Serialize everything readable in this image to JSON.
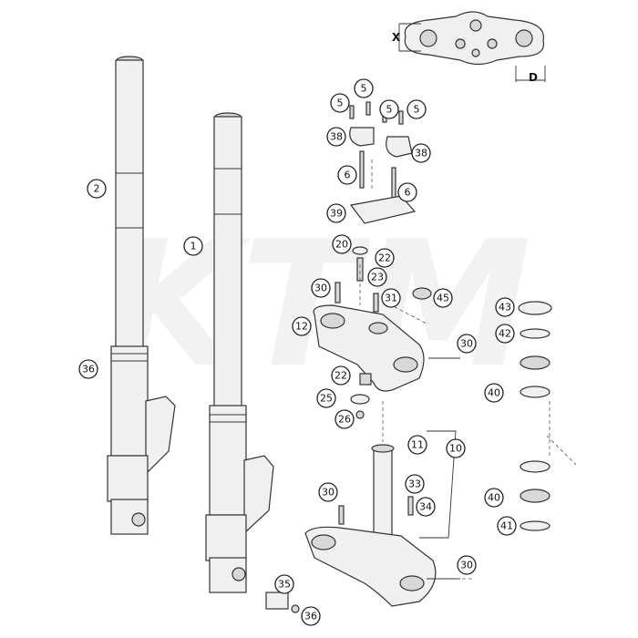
{
  "watermark": "KTM",
  "dimensions": {
    "x_label": "X",
    "d_label": "D"
  },
  "callouts": [
    {
      "id": "c-5a",
      "label": "5"
    },
    {
      "id": "c-5b",
      "label": "5"
    },
    {
      "id": "c-5c",
      "label": "5"
    },
    {
      "id": "c-5d",
      "label": "5"
    },
    {
      "id": "c-38a",
      "label": "38"
    },
    {
      "id": "c-38b",
      "label": "38"
    },
    {
      "id": "c-6a",
      "label": "6"
    },
    {
      "id": "c-6b",
      "label": "6"
    },
    {
      "id": "c-39",
      "label": "39"
    },
    {
      "id": "c-20",
      "label": "20"
    },
    {
      "id": "c-22a",
      "label": "22"
    },
    {
      "id": "c-23",
      "label": "23"
    },
    {
      "id": "c-30a",
      "label": "30"
    },
    {
      "id": "c-31",
      "label": "31"
    },
    {
      "id": "c-45",
      "label": "45"
    },
    {
      "id": "c-12",
      "label": "12"
    },
    {
      "id": "c-30b",
      "label": "30"
    },
    {
      "id": "c-22b",
      "label": "22"
    },
    {
      "id": "c-25",
      "label": "25"
    },
    {
      "id": "c-26",
      "label": "26"
    },
    {
      "id": "c-11",
      "label": "11"
    },
    {
      "id": "c-10",
      "label": "10"
    },
    {
      "id": "c-30c",
      "label": "30"
    },
    {
      "id": "c-33",
      "label": "33"
    },
    {
      "id": "c-34",
      "label": "34"
    },
    {
      "id": "c-30d",
      "label": "30"
    },
    {
      "id": "c-35",
      "label": "35"
    },
    {
      "id": "c-36b",
      "label": "36"
    },
    {
      "id": "c-2",
      "label": "2"
    },
    {
      "id": "c-1",
      "label": "1"
    },
    {
      "id": "c-36a",
      "label": "36"
    },
    {
      "id": "c-43",
      "label": "43"
    },
    {
      "id": "c-42",
      "label": "42"
    },
    {
      "id": "c-40a",
      "label": "40"
    },
    {
      "id": "c-40b",
      "label": "40"
    },
    {
      "id": "c-41",
      "label": "41"
    }
  ]
}
